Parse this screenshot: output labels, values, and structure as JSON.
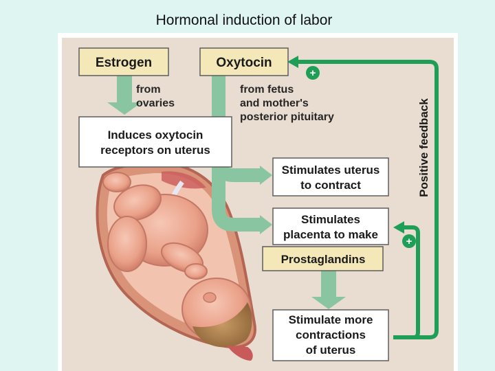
{
  "slide": {
    "title": "Hormonal induction of labor"
  },
  "diagram": {
    "estrogen_box": "Estrogen",
    "oxytocin_box": "Oxytocin",
    "estrogen_source": [
      "from",
      "ovaries"
    ],
    "oxytocin_source": [
      "from fetus",
      "and mother's",
      "posterior pituitary"
    ],
    "receptors_box": [
      "Induces oxytocin",
      "receptors on uterus"
    ],
    "uterus_box": [
      "Stimulates uterus",
      "to contract"
    ],
    "placenta_box": [
      "Stimulates",
      "placenta to make"
    ],
    "prostaglandins_box": "Prostaglandins",
    "contractions_box": [
      "Stimulate more",
      "contractions",
      "of uterus"
    ],
    "feedback_label": "Positive feedback",
    "plus_sign": "+"
  },
  "colors": {
    "slide_background": "#dff5f2",
    "figure_background": "#e8ddd0",
    "label_box_fill": "#f4e8b9",
    "text_box_fill": "#ffffff",
    "hormone_arrow": "#8ac5a2",
    "feedback_arrow": "#1f9e57"
  }
}
